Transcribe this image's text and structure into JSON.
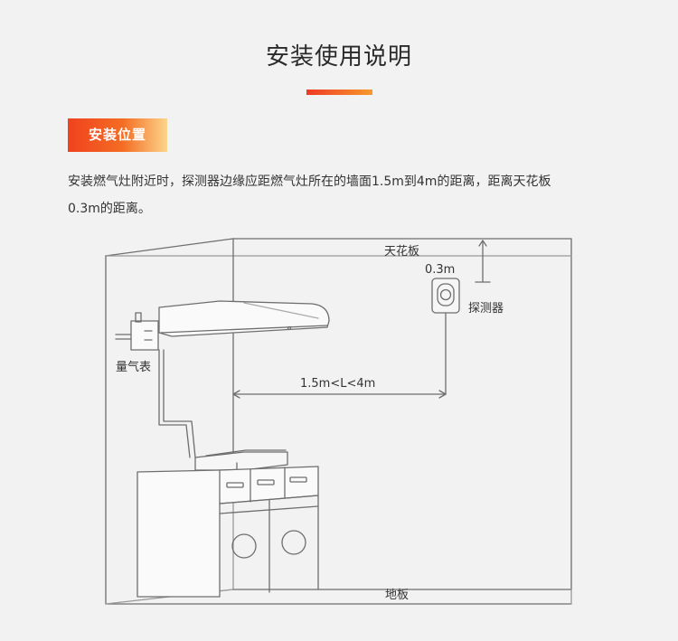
{
  "page": {
    "title": "安装使用说明",
    "section_label": "安装位置",
    "description_line1": "安装燃气灶附近时，探测器边缘应距燃气灶所在的墙面1.5m到4m的距离，距离天花板",
    "description_line2": "0.3m的距离。"
  },
  "diagram": {
    "label_ceiling": "天花板",
    "label_ceiling_gap": "0.3m",
    "label_detector": "探测器",
    "label_meter": "量气表",
    "label_distance": "1.5m<L<4m",
    "label_floor": "地板"
  },
  "colors": {
    "accent_start": "#ee3a24",
    "accent_end": "#f79a2c",
    "background": "#f2f2f2",
    "line": "#6e6e6e"
  }
}
